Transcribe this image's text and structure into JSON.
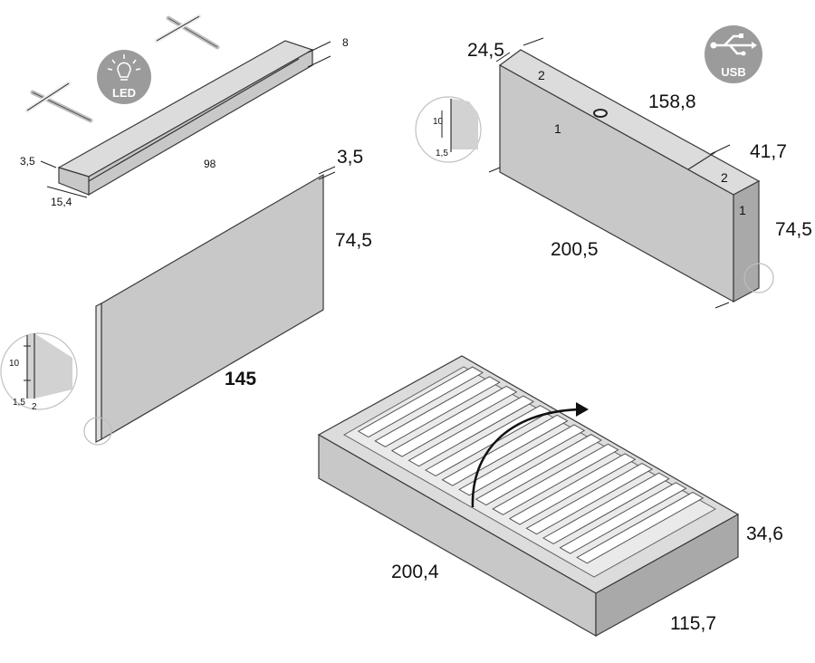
{
  "icons": {
    "led_badge": "LED",
    "usb_badge": "USB"
  },
  "shelf": {
    "width_label": "98",
    "height_label": "8",
    "depth_label": "15,4",
    "lip_label": "3,5"
  },
  "headboard": {
    "thickness_label": "3,5",
    "height_label": "74,5",
    "width_label": "145",
    "detail_top": "10",
    "detail_bottom_left": "1,5",
    "detail_bottom_right": "2"
  },
  "side_panel": {
    "depth_label": "24,5",
    "length_label": "158,8",
    "total_length_label": "200,5",
    "end_depth_label": "41,7",
    "height_label": "74,5",
    "part_1": "1",
    "part_2": "2",
    "detail_top": "10",
    "detail_bottom": "1,5"
  },
  "bed_frame": {
    "length_label": "200,4",
    "height_label": "34,6",
    "width_label": "115,7"
  },
  "colors": {
    "panel": "#c8c8c8",
    "badge": "#9b9b9b",
    "outline": "#3a3a3a"
  }
}
